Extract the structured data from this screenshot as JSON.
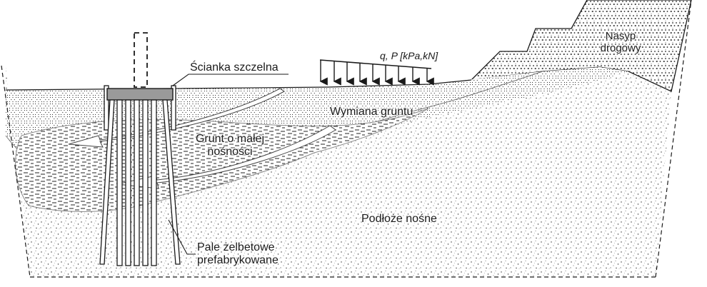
{
  "labels": {
    "sheet_pile": "Ścianka szczelna",
    "load": "q, P [kPa,kN]",
    "embankment_line1": "Nasyp",
    "embankment_line2": "drogowy",
    "soil_replacement": "Wymiana gruntu",
    "weak_soil_line1": "Grunt o małej",
    "weak_soil_line2": "nośności",
    "bearing_subsoil": "Podłoże nośne",
    "piles_line1": "Pale żelbetowe",
    "piles_line2": "prefabrykowane"
  },
  "colors": {
    "outline": "#1a1a1a",
    "pile_cap": "#9a9a9a",
    "arrow_fill": "#ffffff",
    "background": "#ffffff"
  }
}
